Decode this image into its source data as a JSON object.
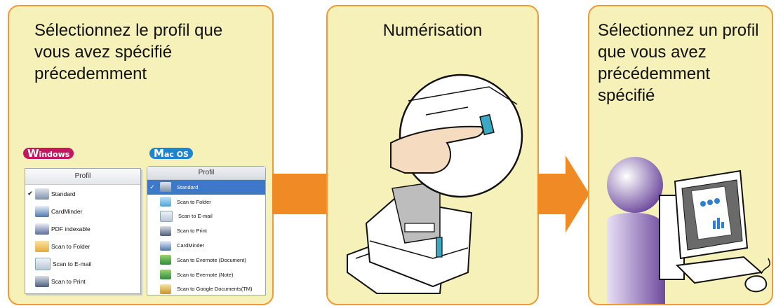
{
  "panels": [
    {
      "title": "Sélectionnez le profil que\nvous avez spécifié\nprécedemment"
    },
    {
      "title": "Numérisation"
    },
    {
      "title": "Sélectionnez un profil\nque vous avez\nprécédemment\nspécifié"
    }
  ],
  "windows": {
    "badge": "Windows",
    "header": "Profil",
    "items": [
      {
        "label": "Standard",
        "checked": true,
        "icon": "scanner-icon"
      },
      {
        "label": "CardMinder",
        "icon": "card-icon"
      },
      {
        "label": "PDF indexable",
        "icon": "pdf-icon"
      },
      {
        "label": "Scan to Folder",
        "icon": "folder-icon"
      },
      {
        "label": "Scan to E-mail",
        "icon": "mail-icon"
      },
      {
        "label": "Scan to Print",
        "icon": "printer-icon"
      }
    ]
  },
  "mac": {
    "badge": "Mac OS",
    "header": "Profil",
    "items": [
      {
        "label": "Standard",
        "checked": true,
        "selected": true,
        "icon": "scanner-icon"
      },
      {
        "label": "Scan to Folder",
        "icon": "folder-icon"
      },
      {
        "label": "Scan to E-mail",
        "icon": "mail-icon"
      },
      {
        "label": "Scan to Print",
        "icon": "printer-icon"
      },
      {
        "label": "CardMinder",
        "icon": "card-icon"
      },
      {
        "label": "Scan to Evernote (Document)",
        "icon": "evernote-icon"
      },
      {
        "label": "Scan to Evernote (Note)",
        "icon": "evernote-icon"
      },
      {
        "label": "Scan to Google Documents(TM)",
        "icon": "google-docs-icon"
      }
    ]
  },
  "colors": {
    "panel_fill": "#f6f1b8",
    "panel_border": "#ef9a35",
    "arrow": "#f08a24",
    "selection": "#3d79c8"
  }
}
